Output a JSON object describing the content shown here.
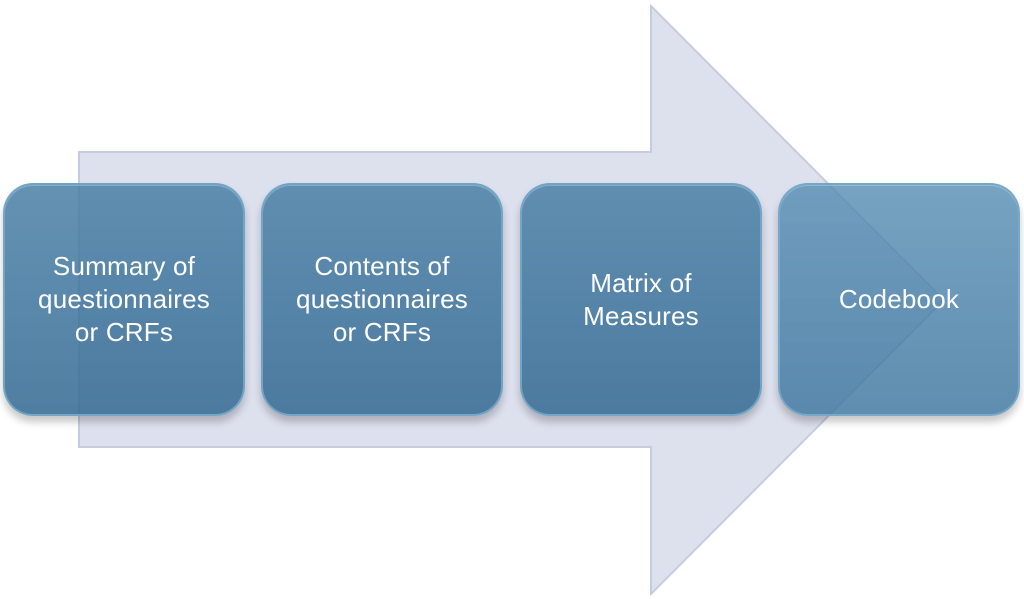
{
  "diagram": {
    "type": "process-flow",
    "steps": [
      {
        "label": "Summary of\nquestionnaires\nor CRFs"
      },
      {
        "label": "Contents of\nquestionnaires\nor CRFs"
      },
      {
        "label": "Matrix of\nMeasures"
      },
      {
        "label": "Codebook"
      }
    ],
    "colors": {
      "arrow_fill": "#DDE0ED",
      "arrow_edge": "#C7CBDD",
      "box_fill": "#4A7FA6",
      "box_border": "#7FB0D2",
      "text": "#FFFFFF"
    }
  }
}
